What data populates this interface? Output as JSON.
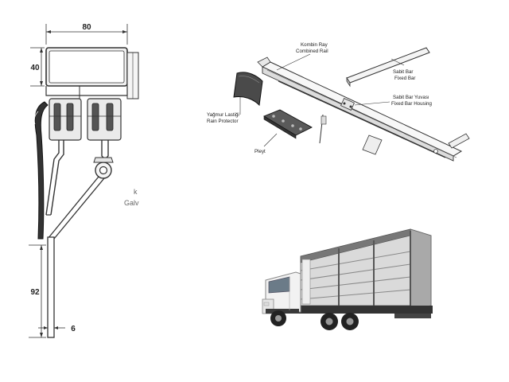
{
  "profile_drawing": {
    "dimensions": {
      "width": "80",
      "height": "40",
      "bar_height": "92",
      "bar_thickness": "6"
    },
    "partial_label_top": "k",
    "partial_label_bottom": "Galv"
  },
  "rail_diagram": {
    "labels": {
      "combined_rail": [
        "Kombin Ray",
        "Combined Rail"
      ],
      "fixed_bar": [
        "Sabit Bar",
        "Fixed Bar"
      ],
      "fixed_bar_housing": [
        "Sabit Bar Yuvası",
        "Fixed Bar Housing"
      ],
      "rain_protector": [
        "Yağmur Lastiği",
        "Rain Protector"
      ],
      "plate": [
        "Pleyt"
      ]
    }
  },
  "truck_photo": {
    "description_name": "curtainsider-truck"
  },
  "colors": {
    "line": "#333333",
    "metal_fill": "#e8e8e8",
    "dark_part": "#444444",
    "cab_white": "#f2f2f2",
    "trailer_frame": "#888888"
  }
}
